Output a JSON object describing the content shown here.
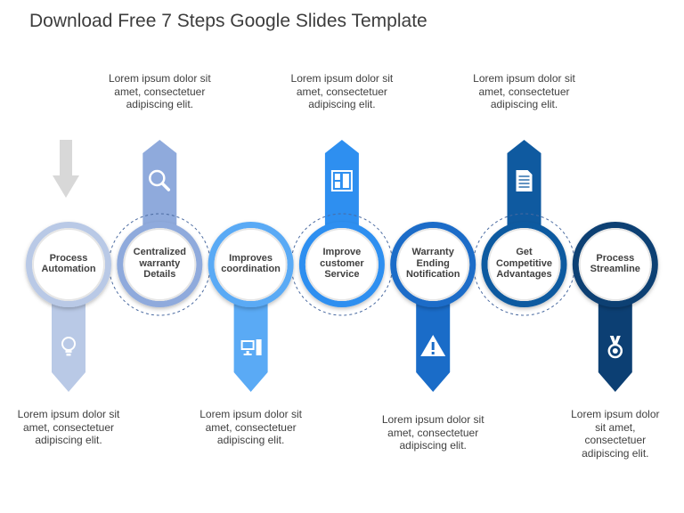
{
  "title": "Download Free 7 Steps Google Slides Template",
  "steps": [
    {
      "label": "Process Automation",
      "color": "#b9c9e6",
      "arrow": "down",
      "icon": "lightbulb-icon",
      "desc": "Lorem ipsum dolor sit amet, consectetuer adipiscing elit."
    },
    {
      "label": "Centralized warranty Details",
      "color": "#8faadc",
      "arrow": "up",
      "icon": "magnifier-icon",
      "desc": "Lorem ipsum dolor sit amet, consectetuer adipiscing elit."
    },
    {
      "label": "Improves coordination",
      "color": "#5aaaf5",
      "arrow": "down",
      "icon": "computer-icon",
      "desc": "Lorem ipsum dolor sit amet, consectetuer adipiscing elit."
    },
    {
      "label": "Improve customer Service",
      "color": "#2e8ff0",
      "arrow": "up",
      "icon": "layout-icon",
      "desc": "Lorem ipsum dolor sit amet, consectetuer adipiscing elit."
    },
    {
      "label": "Warranty Ending Notification",
      "color": "#1a6cc8",
      "arrow": "down",
      "icon": "warning-icon",
      "desc": "Lorem ipsum dolor sit amet, consectetuer adipiscing elit."
    },
    {
      "label": "Get Competitive Advantages",
      "color": "#0f5aa0",
      "arrow": "up",
      "icon": "document-icon",
      "desc": "Lorem ipsum dolor sit amet, consectetuer adipiscing elit."
    },
    {
      "label": "Process Streamline",
      "color": "#0c3f73",
      "arrow": "down",
      "icon": "medal-icon",
      "desc": "Lorem ipsum dolor sit amet, consectetuer adipiscing elit."
    }
  ],
  "decorative_arrow_icon": "down-arrow-icon"
}
